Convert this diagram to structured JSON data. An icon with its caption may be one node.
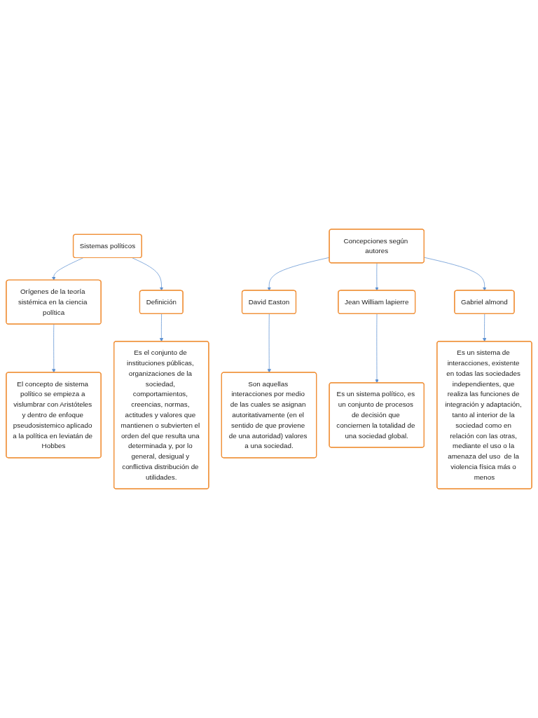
{
  "diagram": {
    "nodes": [
      {
        "text": [
          "Sistemas políticos"
        ]
      },
      {
        "text": [
          "Orígenes de la teoría sistémica en la ciencia política"
        ]
      },
      {
        "text": [
          "Definición"
        ]
      },
      {
        "text": [
          "El concepto de sistema político se empieza a vislumbrar con Aristóteles y dentro de enfoque pseudosistemico aplicado a la política en leviatán de Hobbes"
        ]
      },
      {
        "text": [
          "Es el conjunto de instituciones públicas, organizaciones de la sociedad, comportamientos, creencias, normas, actitudes y valores que mantienen o subvierten el orden del que resulta una determinada y, por lo general, desigual y conflictiva distribución de utilidades."
        ]
      },
      {
        "text": [
          "Concepciones según autores"
        ]
      },
      {
        "text": [
          "David Easton"
        ]
      },
      {
        "text": [
          "Jean William lapierre"
        ]
      },
      {
        "text": [
          "Gabriel almond"
        ]
      },
      {
        "text": [
          "Son aquellas interacciones por medio de las cuales se asignan autoritativamente (en el sentido de que proviene de una autoridad) valores a una sociedad."
        ]
      },
      {
        "text": [
          "Es un sistema político, es un conjunto de procesos de decisión que conciernen la totalidad de una sociedad global."
        ]
      },
      {
        "text": [
          "Es un sistema de interacciones, existente en todas las sociedades independientes, que realiza las funciones de integración y adaptación, tanto al interior de la sociedad como en relación con las otras, mediante el uso o la amenaza del uso  de la violencia física más o menos"
        ]
      }
    ],
    "edges": [
      {
        "from": 0,
        "to": 1,
        "arrow": "to"
      },
      {
        "from": 0,
        "to": 2,
        "arrow": "to"
      },
      {
        "from": 1,
        "to": 3,
        "arrow": "to"
      },
      {
        "from": 2,
        "to": 4,
        "arrow": "to"
      },
      {
        "from": 5,
        "to": 6,
        "arrow": "to"
      },
      {
        "from": 5,
        "to": 7,
        "arrow": "to"
      },
      {
        "from": 5,
        "to": 8,
        "arrow": "to"
      },
      {
        "from": 6,
        "to": 9,
        "arrow": "to"
      },
      {
        "from": 7,
        "to": 10,
        "arrow": "to"
      },
      {
        "from": 8,
        "to": 11,
        "arrow": "to"
      }
    ]
  }
}
